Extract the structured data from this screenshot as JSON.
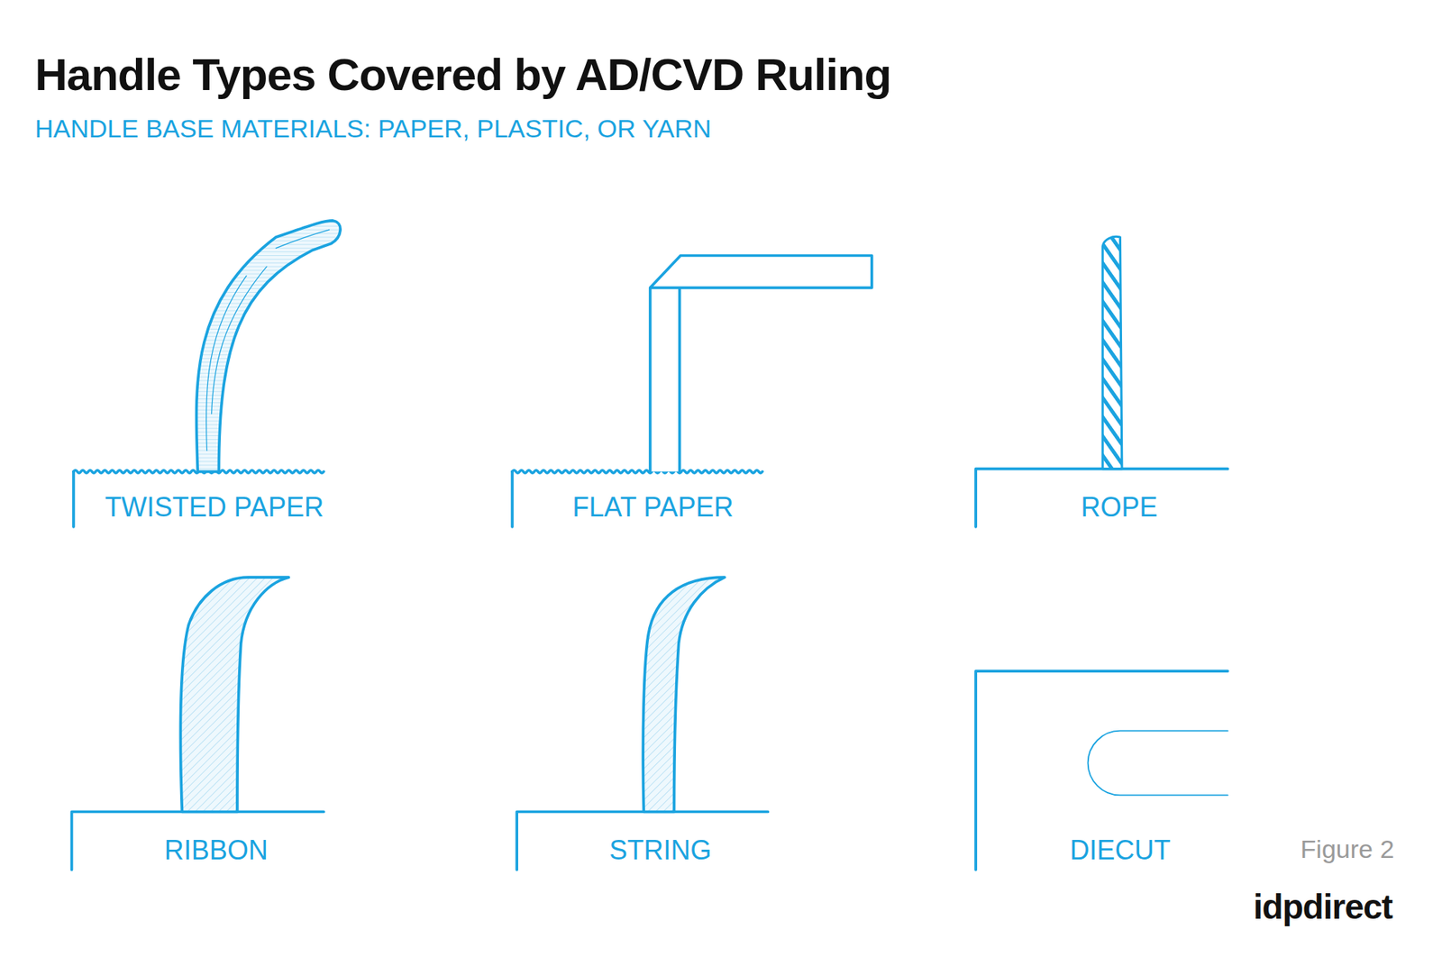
{
  "diagram": {
    "title": "Handle Types Covered by AD/CVD Ruling",
    "labels": [
      "HANDLE BASE MATERIALS: PAPER, PLASTIC, OR YARN",
      "TWISTED PAPER",
      "FLAT PAPER",
      "ROPE",
      "RIBBON",
      "STRING",
      "DIECUT",
      "Figure 2",
      "idpdirect"
    ]
  }
}
